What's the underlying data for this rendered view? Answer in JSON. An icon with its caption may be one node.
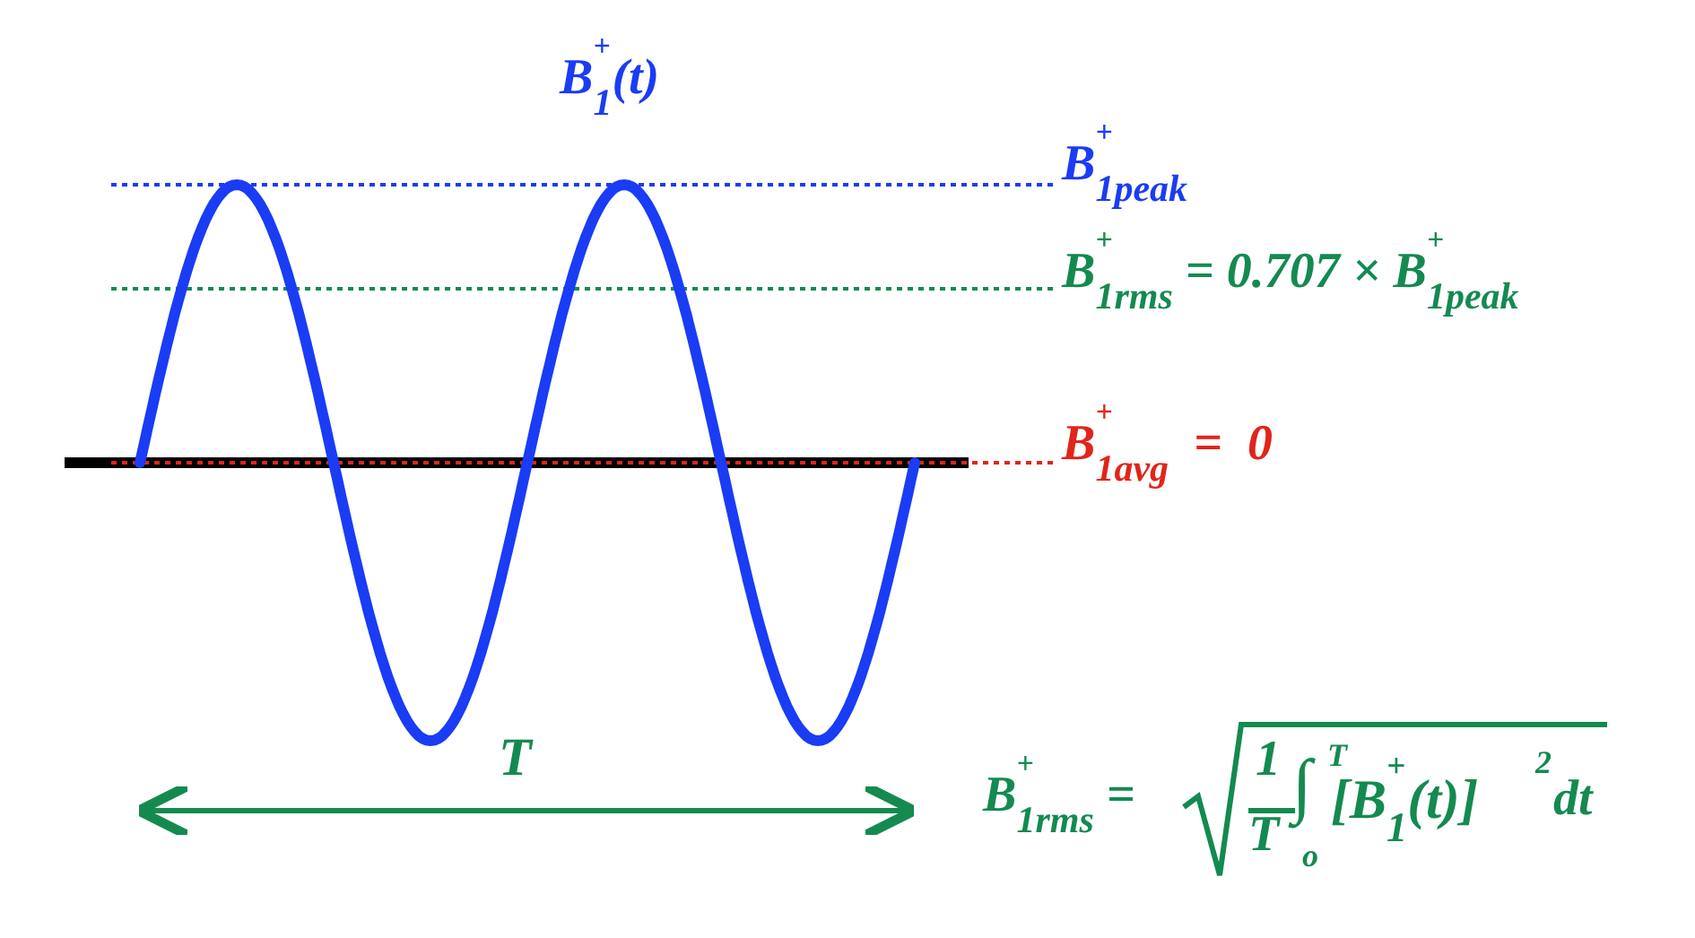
{
  "diagram": {
    "labels": [
      "B$^{+}$$_{1}$(t)",
      "B$^{+}$$_{1peak}$",
      "B$^{+}$$_{1rms}$ = 0.707 × B$^{+}$$_{1peak}$",
      "B$^{+}$$_{1avg}$  =  0",
      "T",
      "B$^{+}$$_{1rms}$ =",
      "1",
      "T",
      "∫",
      "T",
      "o",
      "[B$^{+}$$_{1}$(t)]",
      "2",
      "dt"
    ]
  }
}
